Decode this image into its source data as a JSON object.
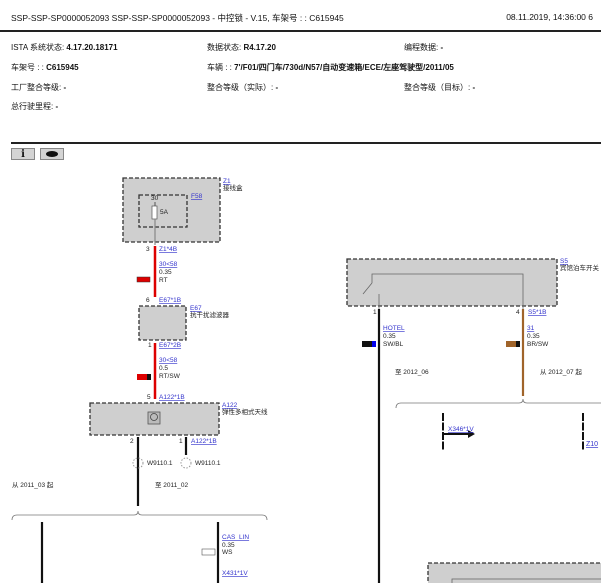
{
  "header": {
    "title": "SSP-SSP-SP0000052093 SSP-SSP-SP0000052093 - 中控锁 - V.15, 车架号 : : C615945",
    "datetime": "08.11.2019, 14:36:00  6"
  },
  "info": {
    "ista_label": "ISTA 系统状态: ",
    "ista_value": "4.17.20.18171",
    "data_label": "数据状态: ",
    "data_value": "R4.17.20",
    "prog_label": "编程数据: ",
    "prog_value": "-",
    "vin_label": "车架号 : : ",
    "vin_value": "C615945",
    "vehicle_label": "车辆 : : ",
    "vehicle_value": "7'/F01/四门车/730d/N57/自动变速箱/ECE/左座驾驶型/2011/05",
    "factory_label": "工厂整合等级: ",
    "factory_value": "-",
    "actual_label": "整合等级（实际）: ",
    "actual_value": "-",
    "target_label": "整合等级（目标）: ",
    "target_value": "-",
    "mileage_label": "总行驶里程: ",
    "mileage_value": "-"
  },
  "toolbar": {
    "info_icon": "info-icon",
    "info_label": "i",
    "view_icon": "eye-icon"
  },
  "diagram": {
    "z1": {
      "id": "Z1",
      "name": "接线盒"
    },
    "f58": {
      "id": "F58",
      "pin": "30",
      "rating": "5A"
    },
    "w1": {
      "pin_top": "3",
      "conn_top": "Z1*4B",
      "signal": "30<58",
      "size": "0.35",
      "color": "RT",
      "pin_bot": "6",
      "conn_bot": "E67*1B"
    },
    "e67": {
      "id": "E67",
      "name": "抗干扰滤波器"
    },
    "w2": {
      "pin_top": "1",
      "conn_top": "E67*2B",
      "signal": "30<58",
      "size": "0.5",
      "color": "RT/SW",
      "pin_bot": "5",
      "conn_bot": "A122*1B"
    },
    "a122": {
      "id": "A122",
      "name": "弹性多相式天线",
      "pin_left": "2",
      "pin_right": "1",
      "conn": "A122*1B",
      "splice_left": "W9110.1",
      "splice_right": "W9110.1"
    },
    "variant_left": {
      "from": "从 2011_03 起",
      "to": "至 2011_02"
    },
    "cas": {
      "signal": "CAS_LIN",
      "size": "0.35",
      "color": "WS",
      "conn": "X431*1V"
    },
    "s5": {
      "id": "S5",
      "name": "宾馆泊车开关",
      "pin_left": "1",
      "pin_right": "4",
      "conn": "S5*1B"
    },
    "hotel": {
      "signal": "HOTEL",
      "size": "0.35",
      "color": "SW/BL"
    },
    "gnd": {
      "signal": "31",
      "size": "0.35",
      "color": "BR/SW"
    },
    "variant_right": {
      "to": "至 2012_06",
      "from": "从 2012_07 起"
    },
    "x346": {
      "conn": "X346*1V"
    },
    "z10": {
      "conn": "Z10"
    }
  },
  "colors": {
    "red": "#dd0000",
    "brown": "#a0642a",
    "blue": "#0000ee",
    "box": "#cfcfcf",
    "link": "#3333cc"
  }
}
